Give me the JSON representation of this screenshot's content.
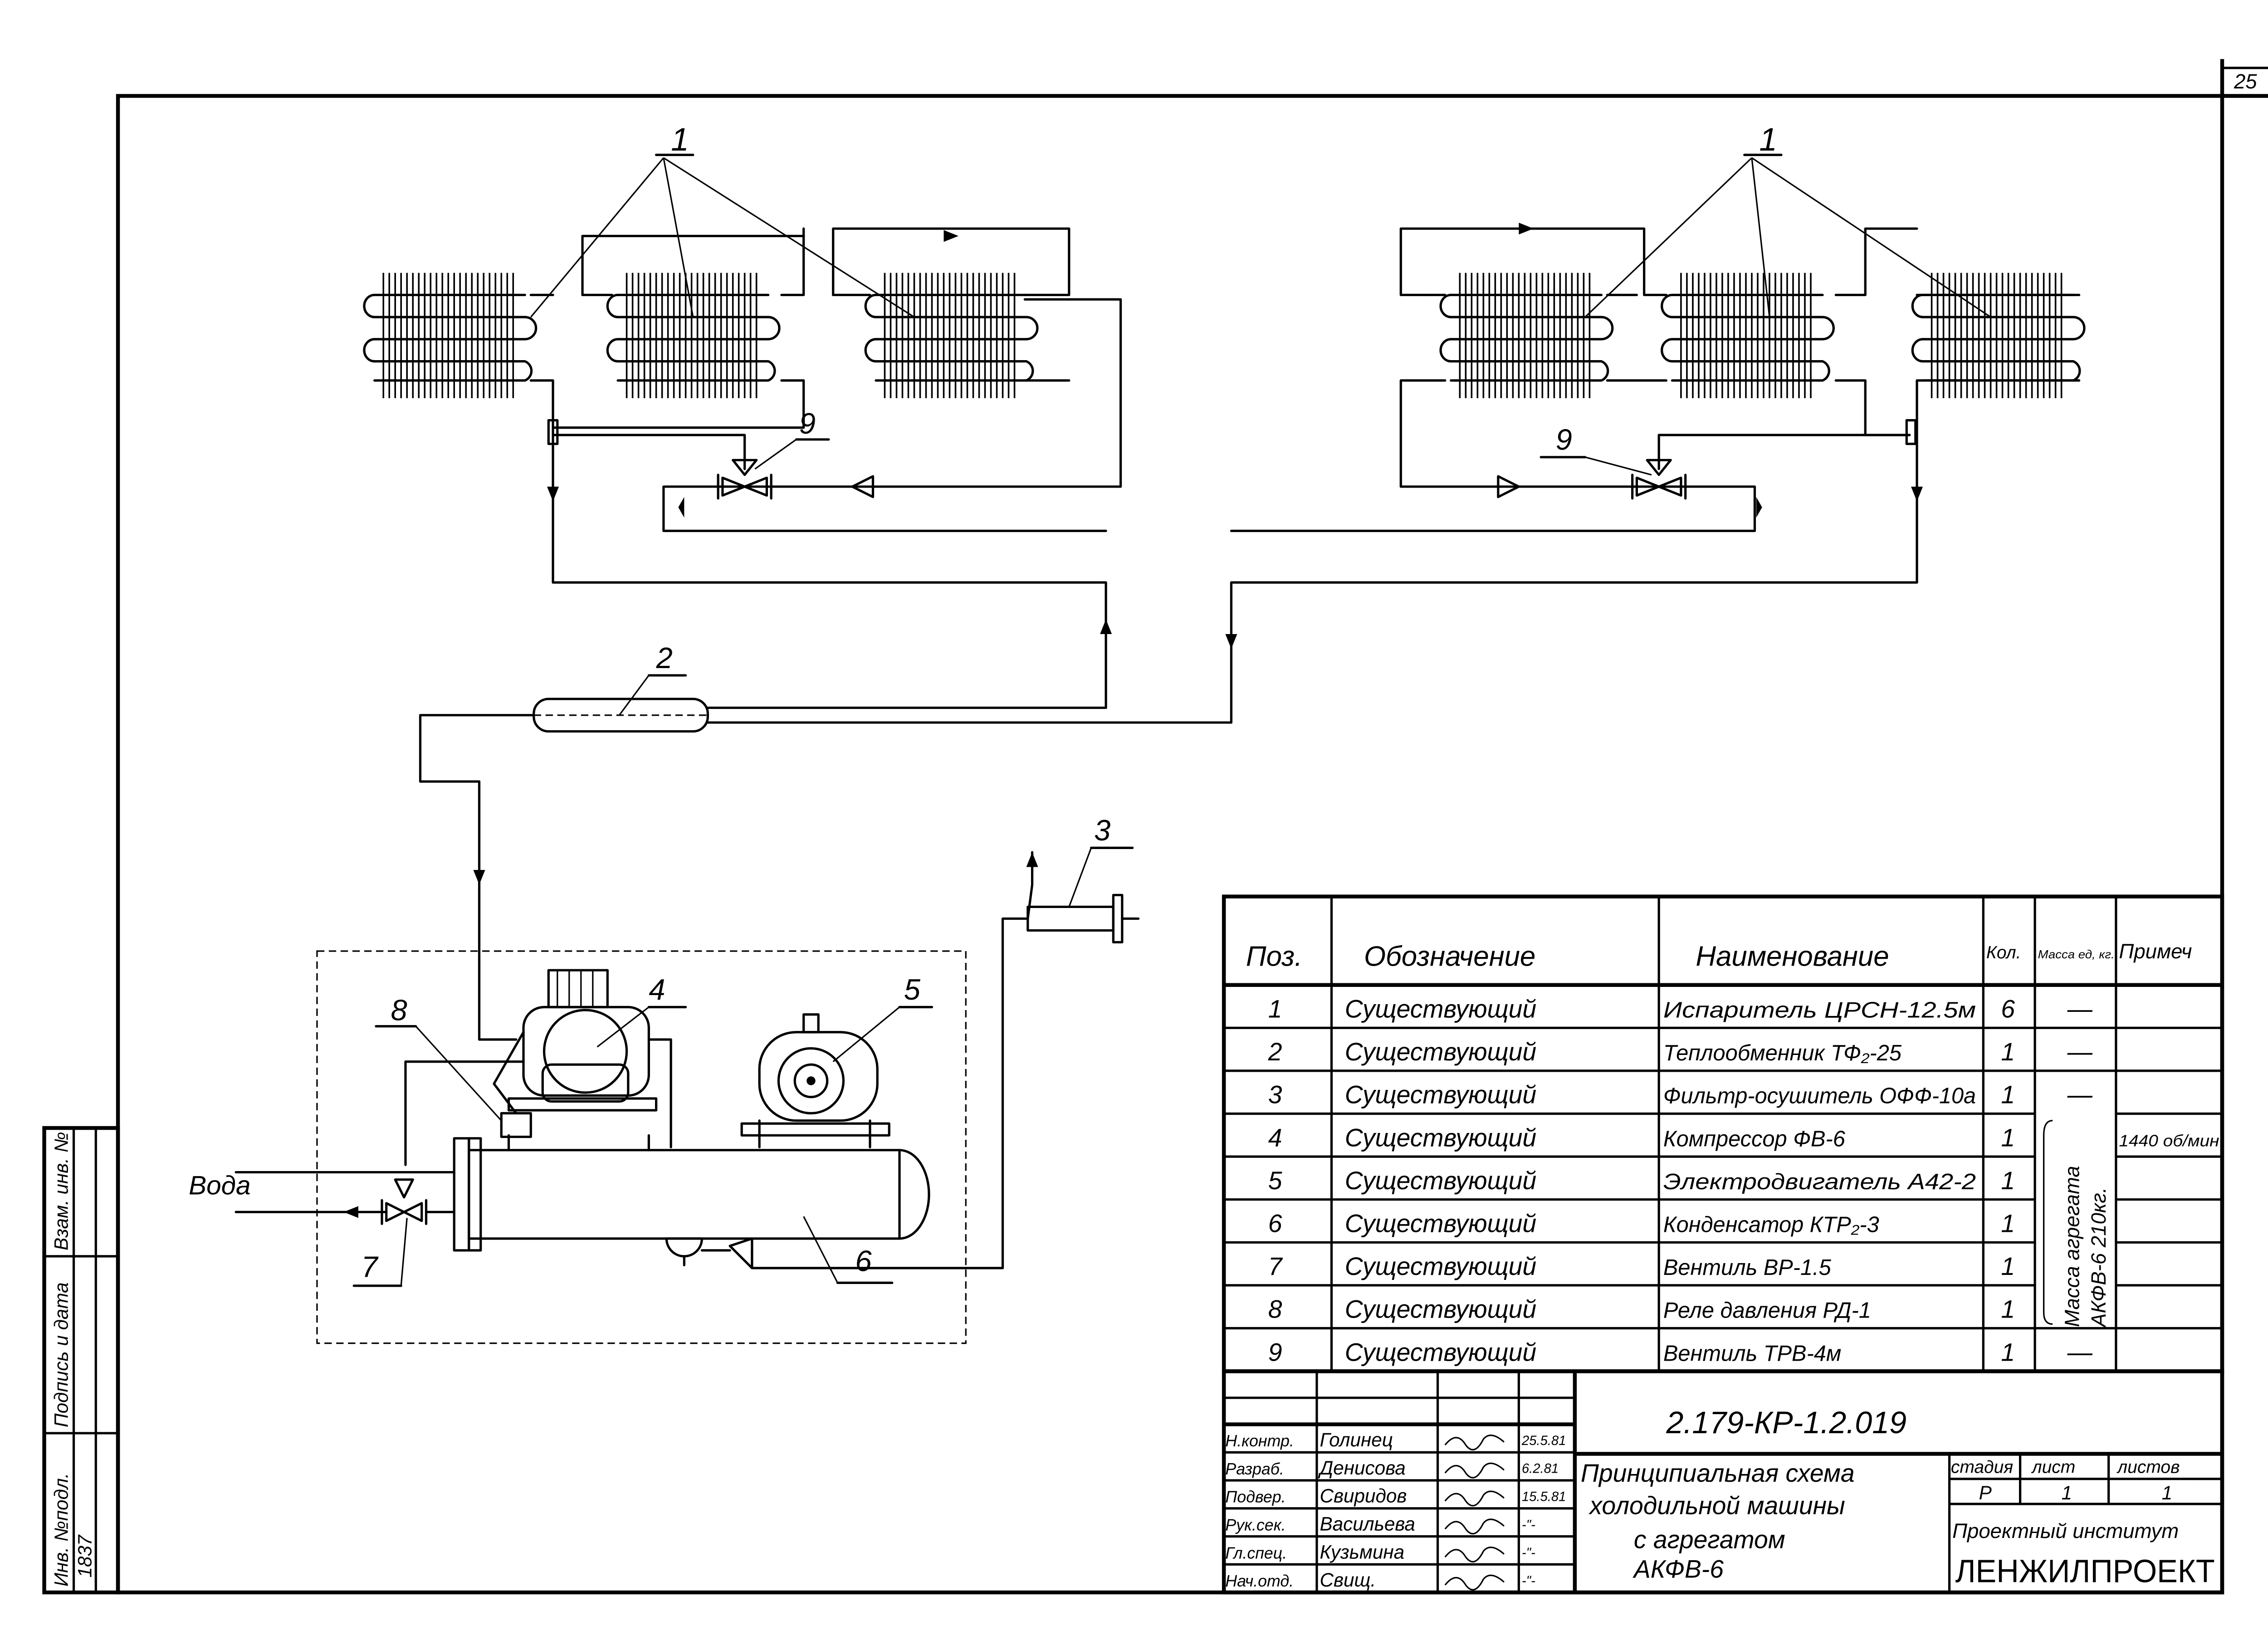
{
  "page_number": "25",
  "side_stamp": {
    "inv_no_label": "Инв. №подл.",
    "signature_date_label": "Подпись и дата",
    "replace_inv_label": "Взам. инв. №",
    "inv_no_value": "1837"
  },
  "callouts": {
    "evaporators_left": "1",
    "evaporators_right": "1",
    "heat_exchanger": "2",
    "filter": "3",
    "compressor": "4",
    "motor": "5",
    "condenser": "6",
    "water_valve": "7",
    "pressure_relay": "8",
    "trv_left": "9",
    "trv_right": "9",
    "water_label": "Вода"
  },
  "spec_table": {
    "headers": {
      "pos": "Поз.",
      "designation": "Обозначение",
      "name": "Наименование",
      "qty": "Кол.",
      "mass": "Масса ед, кг.",
      "note": "Примеч"
    },
    "rows": [
      {
        "pos": "1",
        "designation": "Существующий",
        "name": "Испаритель ЦРСН-12.5м",
        "qty": "6",
        "mass": "—"
      },
      {
        "pos": "2",
        "designation": "Существующий",
        "name": "Теплообменник ТФ₂-25",
        "qty": "1",
        "mass": "—"
      },
      {
        "pos": "3",
        "designation": "Существующий",
        "name": "Фильтр-осушитель ОФФ-10а",
        "qty": "1",
        "mass": "—"
      },
      {
        "pos": "4",
        "designation": "Существующий",
        "name": "Компрессор ФВ-6",
        "qty": "1",
        "note": "1440 об/мин"
      },
      {
        "pos": "5",
        "designation": "Существующий",
        "name": "Электродвигатель А42-2",
        "qty": "1"
      },
      {
        "pos": "6",
        "designation": "Существующий",
        "name": "Конденсатор КТР₂-3",
        "qty": "1"
      },
      {
        "pos": "7",
        "designation": "Существующий",
        "name": "Вентиль ВР-1.5",
        "qty": "1"
      },
      {
        "pos": "8",
        "designation": "Существующий",
        "name": "Реле давления РД-1",
        "qty": "1"
      },
      {
        "pos": "9",
        "designation": "Существующий",
        "name": "Вентиль ТРВ-4м",
        "qty": "1",
        "mass": "—"
      }
    ],
    "unit_mass_line1": "Масса агрегата",
    "unit_mass_line2": "АКФВ-6 210кг."
  },
  "title_block": {
    "doc_code": "2.179-КР-1.2.019",
    "title_line1": "Принципиальная схема",
    "title_line2": "холодильной машины",
    "title_line3": "с агрегатом",
    "title_line4": "АКФВ-6",
    "stage_label": "стадия",
    "sheet_label": "лист",
    "sheets_label": "листов",
    "stage_value": "Р",
    "sheet_value": "1",
    "sheets_value": "1",
    "org_line1": "Проектный институт",
    "org_line2": "ЛЕНЖИЛПРОЕКТ",
    "signers": [
      {
        "role": "Н.контр.",
        "name": "Голинец",
        "date": "25.5.81"
      },
      {
        "role": "Разраб.",
        "name": "Денисова",
        "date": "6.2.81"
      },
      {
        "role": "Подвер.",
        "name": "Свиридов",
        "date": "15.5.81"
      },
      {
        "role": "Рук.сек.",
        "name": "Васильева",
        "date": "-\"-"
      },
      {
        "role": "Гл.спец.",
        "name": "Кузьмина",
        "date": "-\"-"
      },
      {
        "role": "Нач.отд.",
        "name": "Свищ.",
        "date": "-\"-"
      }
    ]
  }
}
